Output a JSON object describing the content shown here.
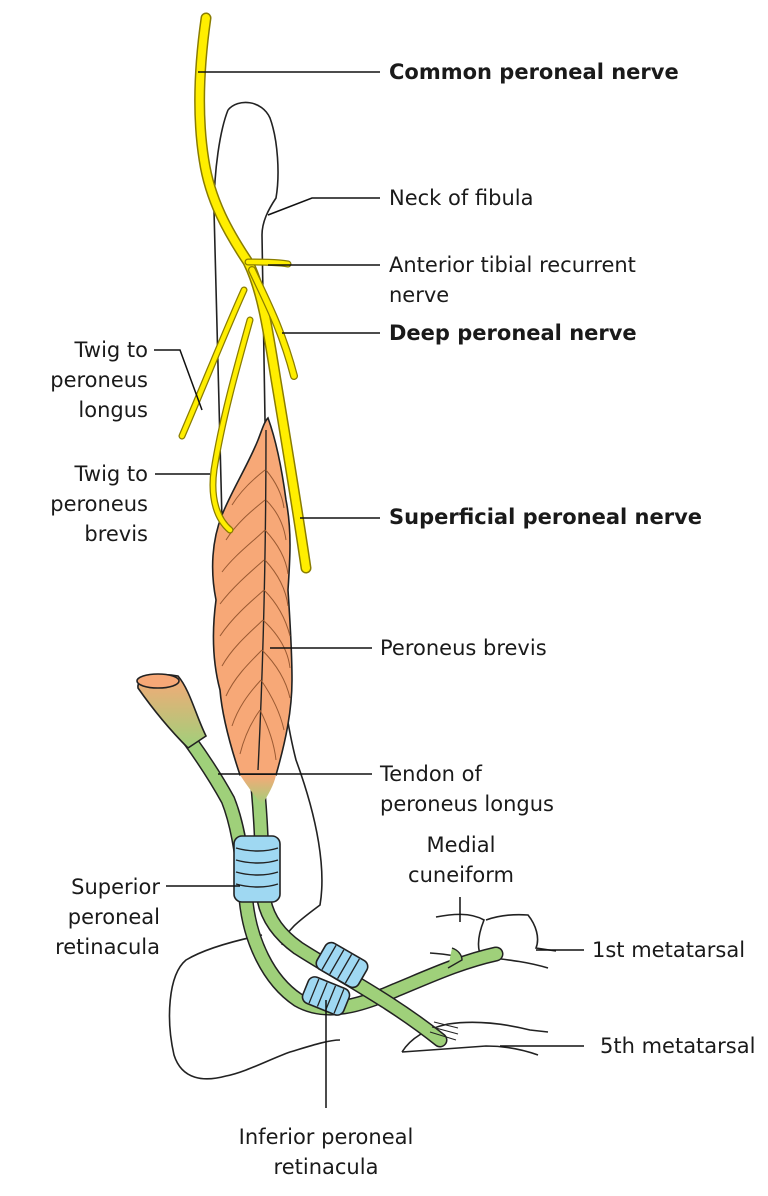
{
  "labels": {
    "common_peroneal_nerve": "Common peroneal nerve",
    "neck_of_fibula": "Neck of fibula",
    "anterior_tibial_recurrent_nerve": [
      "Anterior tibial recurrent",
      "nerve"
    ],
    "deep_peroneal_nerve": "Deep peroneal nerve",
    "twig_to_peroneus_longus": [
      "Twig to",
      "peroneus",
      "longus"
    ],
    "twig_to_peroneus_brevis": [
      "Twig to",
      "peroneus",
      "brevis"
    ],
    "superficial_peroneal_nerve": "Superficial peroneal nerve",
    "peroneus_brevis": "Peroneus brevis",
    "tendon_of_peroneus_longus": [
      "Tendon of",
      "peroneus longus"
    ],
    "medial_cuneiform": [
      "Medial",
      "cuneiform"
    ],
    "superior_peroneal_retinacula": [
      "Superior",
      "peroneal",
      "retinacula"
    ],
    "first_metatarsal": "1st metatarsal",
    "fifth_metatarsal": "5th metatarsal",
    "inferior_peroneal_retinacula": [
      "Inferior peroneal",
      "retinacula"
    ]
  },
  "colors": {
    "nerve": "#ffee00",
    "nerve_outline": "#8a7d00",
    "muscle": "#f7a877",
    "tendon": "#9fd07a",
    "retinaculum": "#9fd8f2",
    "outline": "#222222"
  }
}
